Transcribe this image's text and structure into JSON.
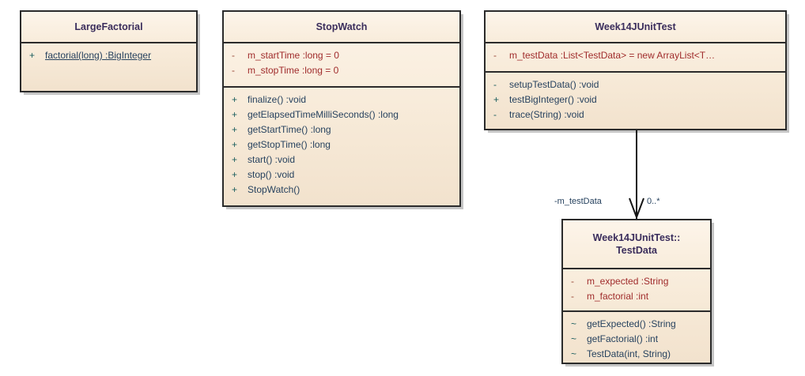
{
  "diagram": {
    "type": "uml-class-diagram",
    "background": "#ffffff",
    "colors": {
      "box_border": "#2b2b2b",
      "box_fill_top": "#fdf4e8",
      "box_fill_bottom": "#f2e2cd",
      "class_name": "#3a2d5c",
      "attribute_text": "#a02c2c",
      "operation_text": "#27425f",
      "connector": "#141414"
    }
  },
  "classes": [
    {
      "id": "large-factorial",
      "name": "LargeFactorial",
      "name_line2": "",
      "attributes": [],
      "operations": [
        {
          "vis": "+",
          "text": "factorial(long)  :BigInteger",
          "static": true
        }
      ]
    },
    {
      "id": "stop-watch",
      "name": "StopWatch",
      "name_line2": "",
      "attributes": [
        {
          "vis": "-",
          "text": "m_startTime  :long = 0",
          "static": false
        },
        {
          "vis": "-",
          "text": "m_stopTime  :long = 0",
          "static": false
        }
      ],
      "operations": [
        {
          "vis": "+",
          "text": "finalize()  :void",
          "static": false
        },
        {
          "vis": "+",
          "text": "getElapsedTimeMilliSeconds()  :long",
          "static": false
        },
        {
          "vis": "+",
          "text": "getStartTime()  :long",
          "static": false
        },
        {
          "vis": "+",
          "text": "getStopTime()  :long",
          "static": false
        },
        {
          "vis": "+",
          "text": "start()  :void",
          "static": false
        },
        {
          "vis": "+",
          "text": "stop()  :void",
          "static": false
        },
        {
          "vis": "+",
          "text": "StopWatch()",
          "static": false
        }
      ]
    },
    {
      "id": "week14-junit-test",
      "name": "Week14JUnitTest",
      "name_line2": "",
      "attributes": [
        {
          "vis": "-",
          "text": "m_testData  :List<TestData> = new ArrayList<T…",
          "static": false
        }
      ],
      "operations": [
        {
          "vis": "-",
          "text": "setupTestData()  :void",
          "static": false
        },
        {
          "vis": "+",
          "text": "testBigInteger()  :void",
          "static": false
        },
        {
          "vis": "-",
          "text": "trace(String)  :void",
          "static": false
        }
      ]
    },
    {
      "id": "test-data",
      "name": "Week14JUnitTest::",
      "name_line2": "TestData",
      "attributes": [
        {
          "vis": "-",
          "text": "m_expected  :String",
          "static": false
        },
        {
          "vis": "-",
          "text": "m_factorial  :int",
          "static": false
        }
      ],
      "operations": [
        {
          "vis": "~",
          "text": "getExpected()  :String",
          "static": false
        },
        {
          "vis": "~",
          "text": "getFactorial()  :int",
          "static": false
        },
        {
          "vis": "~",
          "text": "TestData(int, String)",
          "static": false
        }
      ]
    }
  ],
  "associations": [
    {
      "id": "testdata-association",
      "from": "week14-junit-test",
      "to": "test-data",
      "role_label": "-m_testData",
      "multiplicity_label": "0..*",
      "arrow": "open"
    }
  ]
}
